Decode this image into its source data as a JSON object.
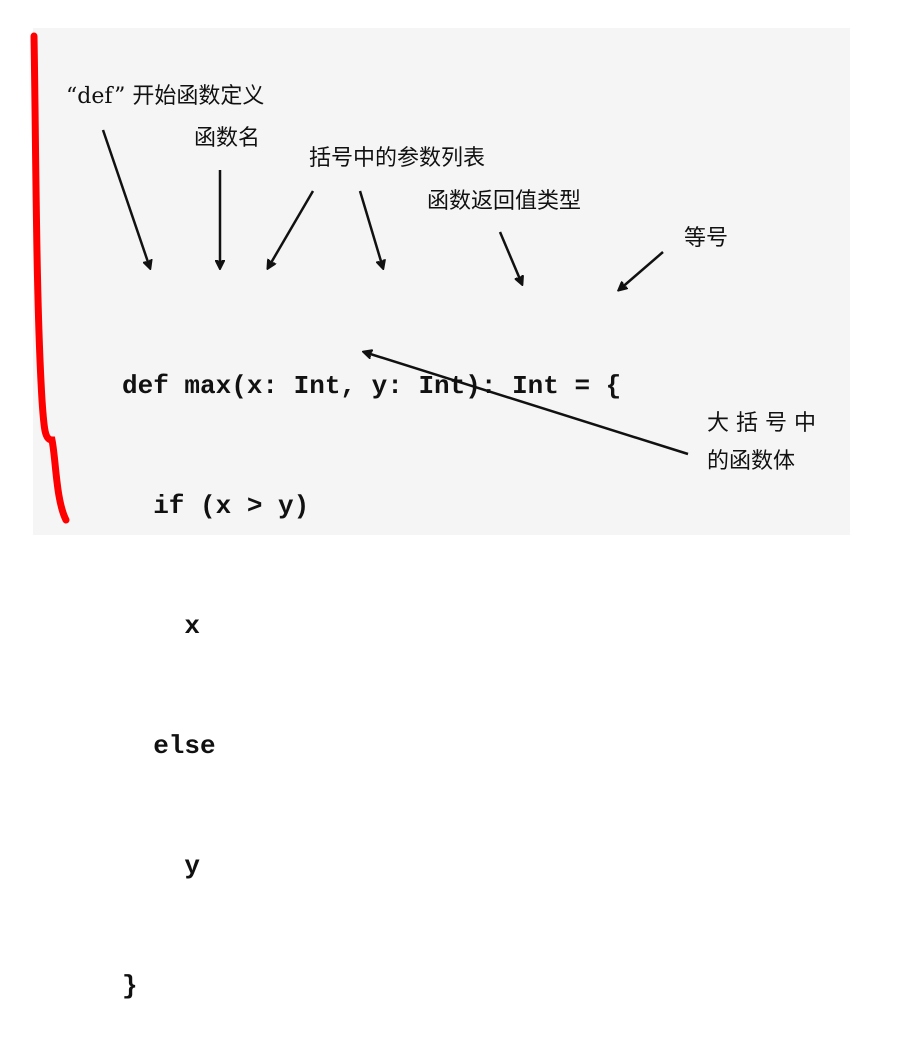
{
  "labels": {
    "def_start": "“def” 开始函数定义",
    "func_name": "函数名",
    "param_list": "括号中的参数列表",
    "return_type": "函数返回值类型",
    "equals": "等号",
    "body_line1": "大 括 号 中",
    "body_line2": "的函数体"
  },
  "code_lines": [
    "def max(x: Int, y: Int): Int = {",
    "  if (x > y)",
    "    x",
    "  else",
    "    y",
    "}"
  ],
  "colors": {
    "panel": "#f5f5f5",
    "marker": "#ff0000",
    "ink": "#111111"
  }
}
